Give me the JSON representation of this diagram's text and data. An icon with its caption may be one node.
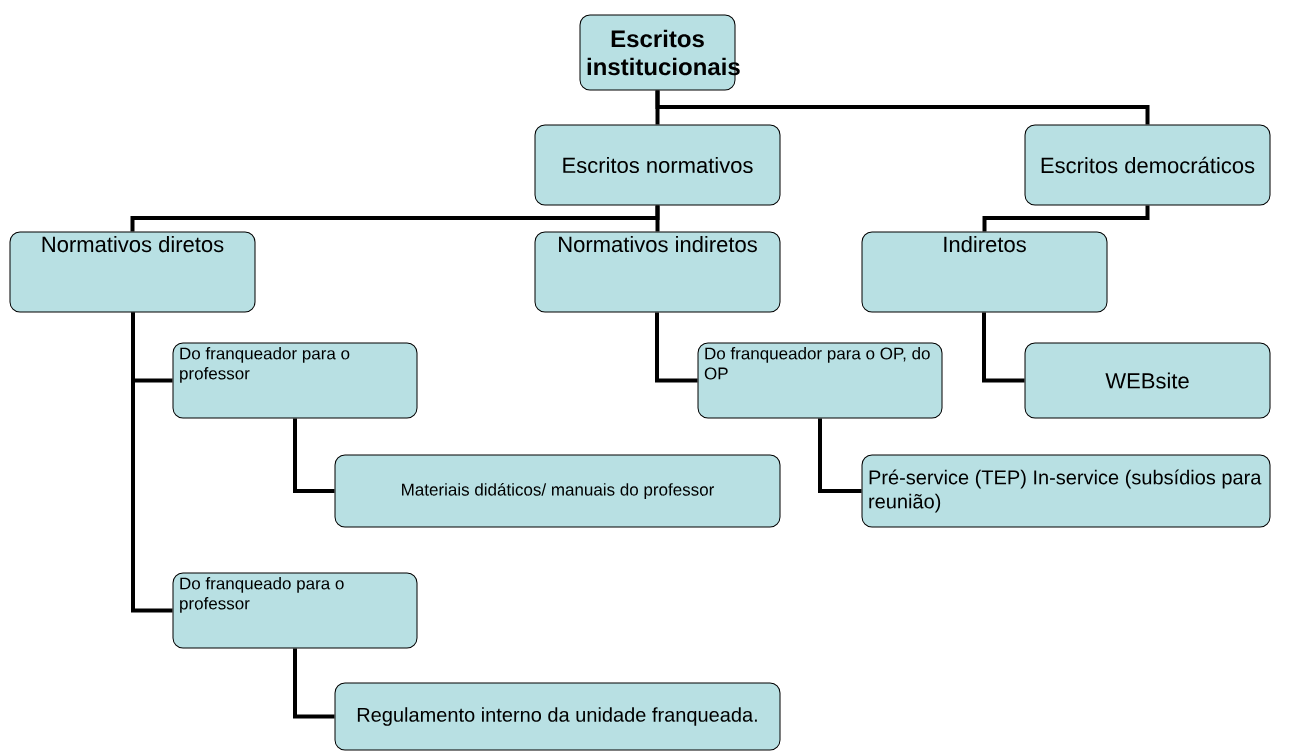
{
  "diagram": {
    "nodes": [
      {
        "text": [
          "Escritos institucionais"
        ]
      },
      {
        "text": [
          "Escritos normativos"
        ]
      },
      {
        "text": [
          "Escritos democráticos"
        ]
      },
      {
        "text": [
          "Normativos diretos"
        ]
      },
      {
        "text": [
          "Normativos indiretos"
        ]
      },
      {
        "text": [
          "Indiretos"
        ]
      },
      {
        "text": [
          "Do franqueador para o professor"
        ]
      },
      {
        "text": [
          "Do franqueador para o OP, do OP"
        ]
      },
      {
        "text": [
          "WEBsite"
        ]
      },
      {
        "text": [
          "Materiais didáticos/ manuais do professor"
        ]
      },
      {
        "text": [
          "Pré-service (TEP) In-service (subsídios para reunião)"
        ]
      },
      {
        "text": [
          "Do franqueado para o professor"
        ]
      },
      {
        "text": [
          "Regulamento interno da unidade franqueada."
        ]
      }
    ],
    "edges": [
      {
        "from": 0,
        "to": 1,
        "arrow": "none"
      },
      {
        "from": 0,
        "to": 2,
        "arrow": "none"
      },
      {
        "from": 1,
        "to": 3,
        "arrow": "none"
      },
      {
        "from": 1,
        "to": 4,
        "arrow": "none"
      },
      {
        "from": 2,
        "to": 5,
        "arrow": "none"
      },
      {
        "from": 3,
        "to": 6,
        "arrow": "none"
      },
      {
        "from": 3,
        "to": 11,
        "arrow": "none"
      },
      {
        "from": 4,
        "to": 7,
        "arrow": "none"
      },
      {
        "from": 5,
        "to": 8,
        "arrow": "none"
      },
      {
        "from": 6,
        "to": 9,
        "arrow": "none"
      },
      {
        "from": 7,
        "to": 10,
        "arrow": "none"
      },
      {
        "from": 11,
        "to": 12,
        "arrow": "none"
      }
    ]
  }
}
